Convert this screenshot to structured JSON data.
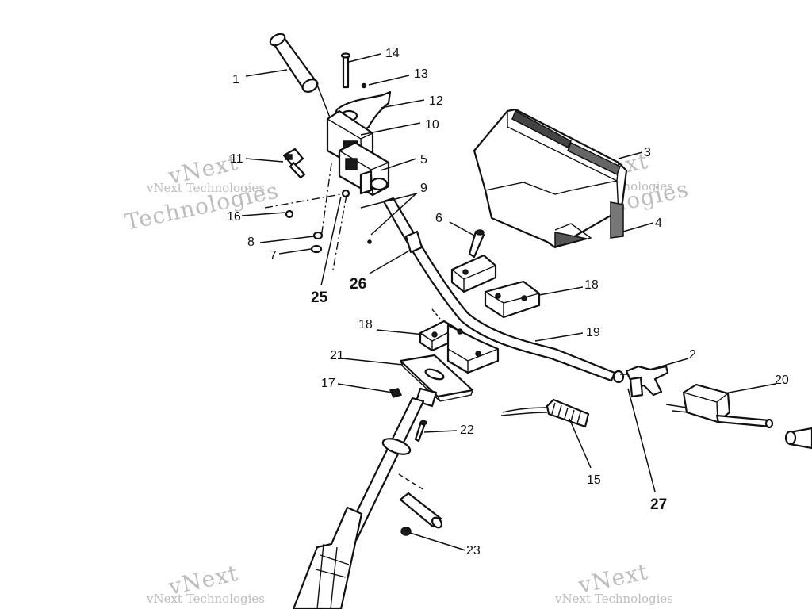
{
  "watermark": {
    "line1": "vNext",
    "line2": "vNext Technologies",
    "line3": "Technologies"
  },
  "callouts": {
    "c1": "1",
    "c2": "2",
    "c3": "3",
    "c4": "4",
    "c6": "6",
    "c7": "7",
    "c8": "8",
    "c9": "9",
    "c10": "10",
    "c11": "11",
    "c12": "12",
    "c13": "13",
    "c14": "14",
    "c15": "15",
    "c16": "16",
    "c17": "17",
    "c18a": "18",
    "c18b": "18",
    "c19": "19",
    "c20": "20",
    "c21": "21",
    "c22": "22",
    "c23": "23",
    "c25": "25",
    "c26": "26",
    "c27": "27",
    "c5": "5"
  }
}
